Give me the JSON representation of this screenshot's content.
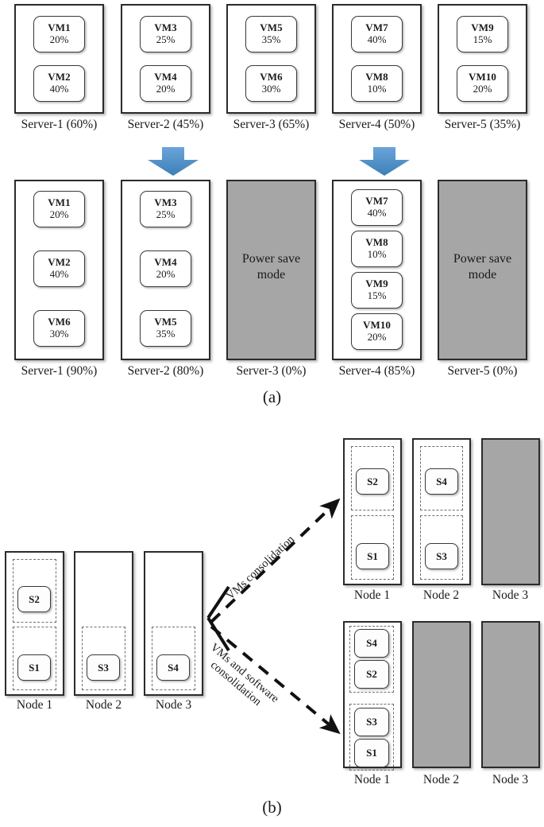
{
  "figure": {
    "panel_a_letter": "(a)",
    "panel_b_letter": "(b)",
    "colors": {
      "arrow_blue": "#5b9bd5",
      "arrow_blue_dark": "#3d7fb5",
      "powered_off_gray": "#a6a6a6",
      "outline": "#2b2b2b",
      "dashed_outline": "#6e6e6e"
    }
  },
  "panel_a": {
    "before": {
      "servers": [
        {
          "caption": "Server-1 (60%)",
          "vms": [
            {
              "name": "VM1",
              "pct": "20%"
            },
            {
              "name": "VM2",
              "pct": "40%"
            }
          ]
        },
        {
          "caption": "Server-2 (45%)",
          "vms": [
            {
              "name": "VM3",
              "pct": "25%"
            },
            {
              "name": "VM4",
              "pct": "20%"
            }
          ]
        },
        {
          "caption": "Server-3 (65%)",
          "vms": [
            {
              "name": "VM5",
              "pct": "35%"
            },
            {
              "name": "VM6",
              "pct": "30%"
            }
          ]
        },
        {
          "caption": "Server-4 (50%)",
          "vms": [
            {
              "name": "VM7",
              "pct": "40%"
            },
            {
              "name": "VM8",
              "pct": "10%"
            }
          ]
        },
        {
          "caption": "Server-5 (35%)",
          "vms": [
            {
              "name": "VM9",
              "pct": "15%"
            },
            {
              "name": "VM10",
              "pct": "20%"
            }
          ]
        }
      ]
    },
    "after": {
      "power_save_label_line1": "Power save",
      "power_save_label_line2": "mode",
      "servers": [
        {
          "caption": "Server-1 (90%)",
          "state": "on",
          "vms": [
            {
              "name": "VM1",
              "pct": "20%"
            },
            {
              "name": "VM2",
              "pct": "40%"
            },
            {
              "name": "VM6",
              "pct": "30%"
            }
          ]
        },
        {
          "caption": "Server-2 (80%)",
          "state": "on",
          "vms": [
            {
              "name": "VM3",
              "pct": "25%"
            },
            {
              "name": "VM4",
              "pct": "20%"
            },
            {
              "name": "VM5",
              "pct": "35%"
            }
          ]
        },
        {
          "caption": "Server-3 (0%)",
          "state": "off",
          "vms": []
        },
        {
          "caption": "Server-4 (85%)",
          "state": "on",
          "vms": [
            {
              "name": "VM7",
              "pct": "40%"
            },
            {
              "name": "VM8",
              "pct": "10%"
            },
            {
              "name": "VM9",
              "pct": "15%"
            },
            {
              "name": "VM10",
              "pct": "20%"
            }
          ]
        },
        {
          "caption": "Server-5 (0%)",
          "state": "off",
          "vms": []
        }
      ]
    }
  },
  "panel_b": {
    "arrow_labels": {
      "top": "VMs consolidation",
      "bottom_line1": "VMs and software",
      "bottom_line2": "consolidation"
    },
    "initial": {
      "nodes": [
        {
          "caption": "Node 1",
          "state": "on",
          "vm_groups": [
            [
              "S2"
            ],
            [
              "S1"
            ]
          ]
        },
        {
          "caption": "Node 2",
          "state": "on",
          "vm_groups": [
            [
              "S3"
            ]
          ]
        },
        {
          "caption": "Node 3",
          "state": "on",
          "vm_groups": [
            [
              "S4"
            ]
          ]
        }
      ]
    },
    "vms_consolidation": {
      "nodes": [
        {
          "caption": "Node 1",
          "state": "on",
          "vm_groups": [
            [
              "S2"
            ],
            [
              "S1"
            ]
          ]
        },
        {
          "caption": "Node 2",
          "state": "on",
          "vm_groups": [
            [
              "S4"
            ],
            [
              "S3"
            ]
          ]
        },
        {
          "caption": "Node 3",
          "state": "off",
          "vm_groups": []
        }
      ]
    },
    "vms_and_software_consolidation": {
      "nodes": [
        {
          "caption": "Node 1",
          "state": "on",
          "vm_groups": [
            [
              "S4",
              "S2"
            ],
            [
              "S3",
              "S1"
            ]
          ]
        },
        {
          "caption": "Node 2",
          "state": "off",
          "vm_groups": []
        },
        {
          "caption": "Node 3",
          "state": "off",
          "vm_groups": []
        }
      ]
    }
  }
}
